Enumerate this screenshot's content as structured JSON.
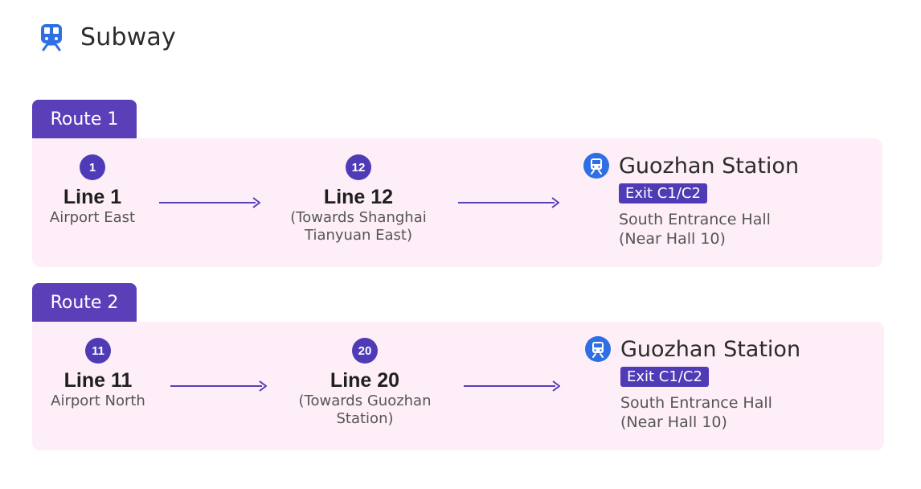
{
  "header": {
    "icon": "subway-icon",
    "title": "Subway",
    "accent": "#2f6fe4"
  },
  "colors": {
    "tab": "#5a3fb8",
    "panel": "#fdeef7",
    "badge": "#4f3bb6",
    "station_icon": "#2f6fe4"
  },
  "routes": [
    {
      "label": "Route 1",
      "steps": [
        {
          "badge": "1",
          "line": "Line 1",
          "sub1": "Airport East",
          "sub2": ""
        },
        {
          "badge": "12",
          "line": "Line 12",
          "sub1": "(Towards Shanghai",
          "sub2": "Tianyuan East)"
        }
      ],
      "destination": {
        "icon": "metro-station-icon",
        "title": "Guozhan Station",
        "exit": "Exit C1/C2",
        "desc1": "South Entrance Hall",
        "desc2": "(Near Hall 10)"
      }
    },
    {
      "label": "Route 2",
      "steps": [
        {
          "badge": "11",
          "line": "Line 11",
          "sub1": "Airport North",
          "sub2": ""
        },
        {
          "badge": "20",
          "line": "Line 20",
          "sub1": "(Towards Guozhan",
          "sub2": "Station)"
        }
      ],
      "destination": {
        "icon": "metro-station-icon",
        "title": "Guozhan Station",
        "exit": "Exit C1/C2",
        "desc1": "South Entrance Hall",
        "desc2": "(Near Hall 10)"
      }
    }
  ]
}
